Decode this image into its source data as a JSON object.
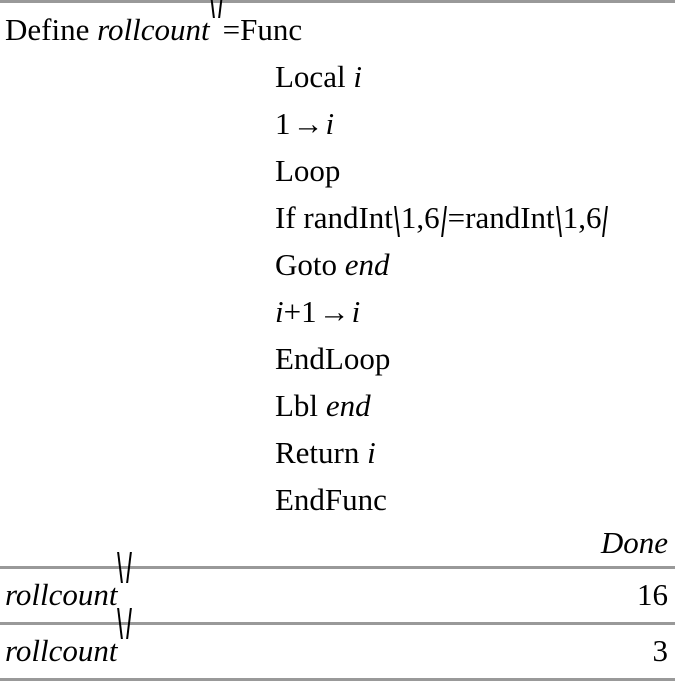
{
  "document": {
    "kind": "calculator-worksheet",
    "colors": {
      "background": "#ffffff",
      "text": "#000000",
      "rule": "#999999"
    }
  },
  "program": {
    "lines": [
      {
        "indent": "head",
        "segments": [
          {
            "type": "keyword",
            "text": "Define "
          },
          {
            "type": "identifier",
            "text": "rollcount"
          },
          {
            "type": "empty-parens"
          },
          {
            "type": "operator",
            "text": "="
          },
          {
            "type": "keyword",
            "text": "Func"
          }
        ]
      },
      {
        "indent": "body",
        "segments": [
          {
            "type": "keyword",
            "text": "Local "
          },
          {
            "type": "identifier",
            "text": "i"
          }
        ]
      },
      {
        "indent": "body",
        "segments": [
          {
            "type": "number",
            "text": "1"
          },
          {
            "type": "operator",
            "text": "→"
          },
          {
            "type": "identifier",
            "text": "i"
          }
        ]
      },
      {
        "indent": "body",
        "segments": [
          {
            "type": "keyword",
            "text": "Loop"
          }
        ]
      },
      {
        "indent": "body",
        "segments": [
          {
            "type": "keyword",
            "text": "If randInt"
          },
          {
            "type": "paren-open"
          },
          {
            "type": "number",
            "text": "1,6"
          },
          {
            "type": "paren-close"
          },
          {
            "type": "operator",
            "text": "="
          },
          {
            "type": "keyword",
            "text": "randInt"
          },
          {
            "type": "paren-open"
          },
          {
            "type": "number",
            "text": "1,6"
          },
          {
            "type": "paren-close"
          }
        ]
      },
      {
        "indent": "body",
        "segments": [
          {
            "type": "keyword",
            "text": "Goto "
          },
          {
            "type": "identifier",
            "text": "end"
          }
        ]
      },
      {
        "indent": "body",
        "segments": [
          {
            "type": "identifier",
            "text": "i"
          },
          {
            "type": "operator",
            "text": "+"
          },
          {
            "type": "number",
            "text": "1"
          },
          {
            "type": "operator",
            "text": "→"
          },
          {
            "type": "identifier",
            "text": "i"
          }
        ]
      },
      {
        "indent": "body",
        "segments": [
          {
            "type": "keyword",
            "text": "EndLoop"
          }
        ]
      },
      {
        "indent": "body",
        "segments": [
          {
            "type": "keyword",
            "text": "Lbl "
          },
          {
            "type": "identifier",
            "text": "end"
          }
        ]
      },
      {
        "indent": "body",
        "segments": [
          {
            "type": "keyword",
            "text": "Return "
          },
          {
            "type": "identifier",
            "text": "i"
          }
        ]
      },
      {
        "indent": "body",
        "segments": [
          {
            "type": "keyword",
            "text": "EndFunc"
          }
        ]
      }
    ],
    "result": "Done"
  },
  "entries": [
    {
      "expression": "rollcount",
      "value": "16"
    },
    {
      "expression": "rollcount",
      "value": "3"
    }
  ]
}
